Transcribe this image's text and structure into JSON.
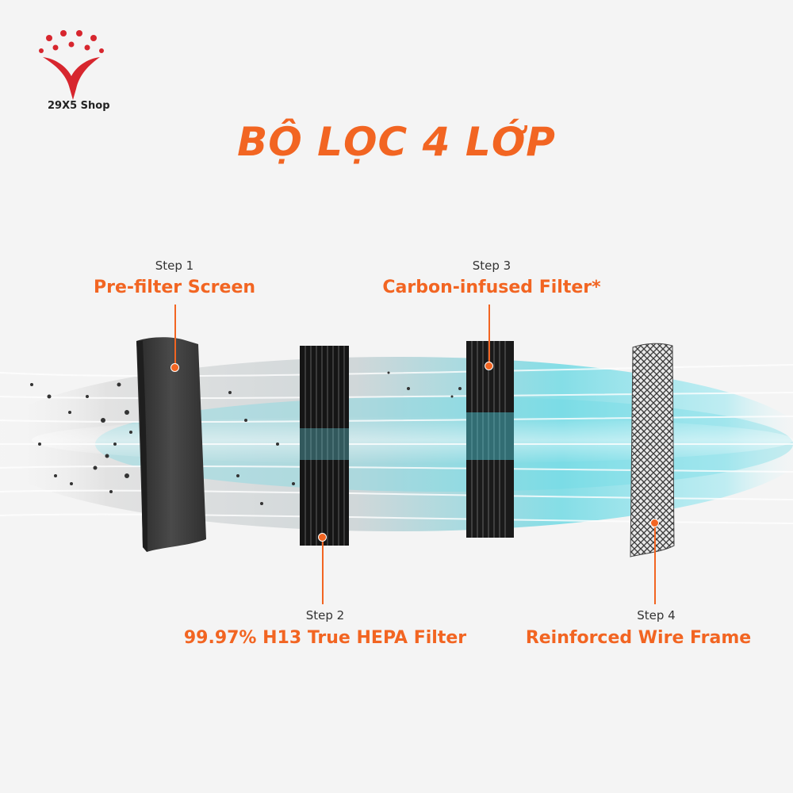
{
  "brand": {
    "name": "29X5 Shop",
    "accent_color": "#d7262e"
  },
  "title": "BỘ LỌC 4 LỚP",
  "accent_color": "#f26522",
  "steps": [
    {
      "number_label": "Step 1",
      "name": "Pre-filter Screen"
    },
    {
      "number_label": "Step 2",
      "name": "99.97% H13 True HEPA Filter"
    },
    {
      "number_label": "Step 3",
      "name": "Carbon-infused Filter*"
    },
    {
      "number_label": "Step 4",
      "name": "Reinforced Wire Frame"
    }
  ]
}
